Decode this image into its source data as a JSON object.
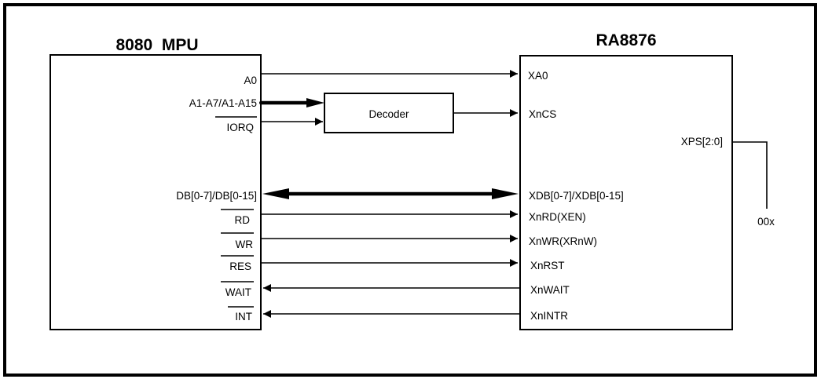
{
  "diagram": {
    "mpu": {
      "title": "8080  MPU",
      "pins": {
        "a0": "A0",
        "addr": "A1-A7/A1-A15",
        "iorq": "IORQ",
        "db": "DB[0-7]/DB[0-15]",
        "rd": "RD",
        "wr": "WR",
        "res": "RES",
        "wait": "WAIT",
        "int": "INT"
      },
      "active_low": [
        "iorq",
        "rd",
        "wr",
        "res",
        "wait",
        "int"
      ]
    },
    "decoder": {
      "label": "Decoder"
    },
    "ra": {
      "title": "RA8876",
      "pins": {
        "xa0": "XA0",
        "xncs": "XnCS",
        "xps": "XPS[2:0]",
        "xdb": "XDB[0-7]/XDB[0-15]",
        "xnrd": "XnRD(XEN)",
        "xnwr": "XnWR(XRnW)",
        "xnrst": "XnRST",
        "xnwait": "XnWAIT",
        "xnintr": "XnINTR"
      }
    },
    "xps_value": "00x",
    "connections": [
      {
        "from": "A0",
        "to": "XA0",
        "direction": "to-RA8876",
        "type": "signal"
      },
      {
        "from": "A1-A7/A1-A15",
        "to": "Decoder",
        "direction": "to-Decoder",
        "type": "bus"
      },
      {
        "from": "IORQ",
        "to": "Decoder",
        "direction": "to-Decoder",
        "type": "signal"
      },
      {
        "from": "Decoder",
        "to": "XnCS",
        "direction": "to-RA8876",
        "type": "signal"
      },
      {
        "from": "DB[0-7]/DB[0-15]",
        "to": "XDB[0-7]/XDB[0-15]",
        "direction": "bidirectional",
        "type": "bus"
      },
      {
        "from": "RD",
        "to": "XnRD(XEN)",
        "direction": "to-RA8876",
        "type": "signal"
      },
      {
        "from": "WR",
        "to": "XnWR(XRnW)",
        "direction": "to-RA8876",
        "type": "signal"
      },
      {
        "from": "RES",
        "to": "XnRST",
        "direction": "to-RA8876",
        "type": "signal"
      },
      {
        "from": "XnWAIT",
        "to": "WAIT",
        "direction": "to-MPU",
        "type": "signal"
      },
      {
        "from": "XnINTR",
        "to": "INT",
        "direction": "to-MPU",
        "type": "signal"
      },
      {
        "from": "XPS[2:0]",
        "to": "00x",
        "direction": "strap",
        "type": "signal"
      }
    ]
  }
}
